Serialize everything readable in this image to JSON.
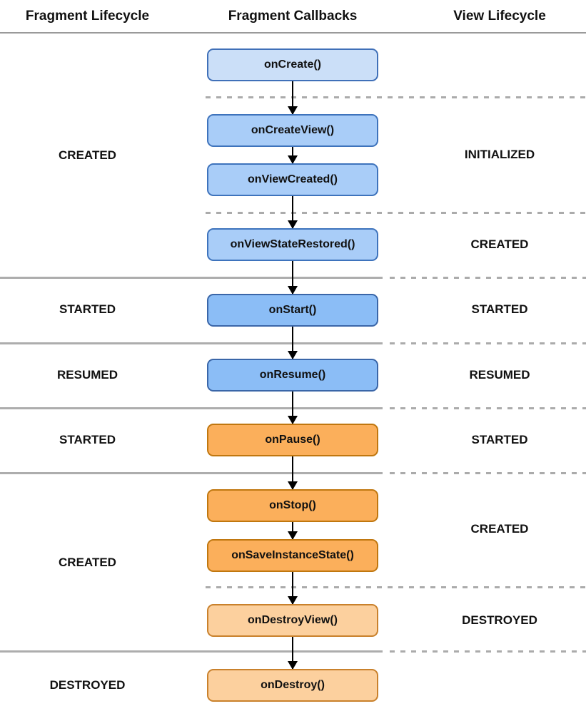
{
  "header": {
    "columns": [
      {
        "label": "Fragment Lifecycle"
      },
      {
        "label": "Fragment Callbacks"
      },
      {
        "label": "View Lifecycle"
      }
    ]
  },
  "callbacks": [
    {
      "label": "onCreate()",
      "tone": "blue-light"
    },
    {
      "label": "onCreateView()",
      "tone": "blue-medium"
    },
    {
      "label": "onViewCreated()",
      "tone": "blue-medium"
    },
    {
      "label": "onViewStateRestored()",
      "tone": "blue-medium"
    },
    {
      "label": "onStart()",
      "tone": "blue-strong"
    },
    {
      "label": "onResume()",
      "tone": "blue-strong"
    },
    {
      "label": "onPause()",
      "tone": "orange-strong"
    },
    {
      "label": "onStop()",
      "tone": "orange-strong"
    },
    {
      "label": "onSaveInstanceState()",
      "tone": "orange-strong"
    },
    {
      "label": "onDestroyView()",
      "tone": "orange-light"
    },
    {
      "label": "onDestroy()",
      "tone": "orange-light"
    }
  ],
  "fragment_lifecycle_states": [
    {
      "label": "CREATED"
    },
    {
      "label": "STARTED"
    },
    {
      "label": "RESUMED"
    },
    {
      "label": "STARTED"
    },
    {
      "label": "CREATED"
    },
    {
      "label": "DESTROYED"
    }
  ],
  "view_lifecycle_states": [
    {
      "label": "INITIALIZED"
    },
    {
      "label": "CREATED"
    },
    {
      "label": "STARTED"
    },
    {
      "label": "RESUMED"
    },
    {
      "label": "STARTED"
    },
    {
      "label": "CREATED"
    },
    {
      "label": "DESTROYED"
    }
  ],
  "colors": {
    "box_blue_light": "#cbdff8",
    "box_blue_medium": "#a9cdf8",
    "box_blue_strong": "#8bbdf6",
    "box_blue_border": "#4070b8",
    "box_orange_strong": "#fbaf5b",
    "box_orange_strong_border": "#c0770f",
    "box_orange_light": "#fcd09e",
    "box_orange_light_border": "#c9812c",
    "separator_gray": "#adadad",
    "header_rule_gray": "#9a9a9a",
    "arrow_black": "#000000",
    "text_black": "#111111"
  }
}
